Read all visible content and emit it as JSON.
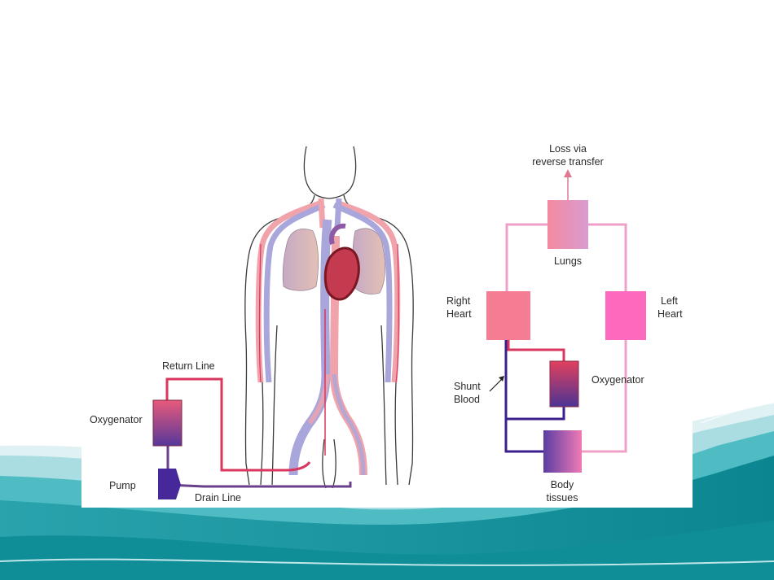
{
  "slide": {
    "background": "#ffffff",
    "wave_colors": [
      "#0f8e98",
      "#4fbcc4",
      "#a9dde2",
      "#dff1f3"
    ]
  },
  "left_diagram": {
    "labels": {
      "return_line": "Return Line",
      "oxygenator": "Oxygenator",
      "pump": "Pump",
      "drain_line": "Drain Line"
    },
    "colors": {
      "oxygenated_line": "#d8375e",
      "deoxygenated_line": "#6a3f8c",
      "pump": "#46289a",
      "artery": "#f0a3aa",
      "vein": "#a9a6dc",
      "lung": "#d4b1b9",
      "heart": "#8b1d2a"
    }
  },
  "right_diagram": {
    "labels": {
      "loss": [
        "Loss via",
        "reverse transfer"
      ],
      "lungs": "Lungs",
      "right_heart": [
        "Right",
        "Heart"
      ],
      "left_heart": [
        "Left",
        "Heart"
      ],
      "shunt_blood": [
        "Shunt",
        "Blood"
      ],
      "oxygenator": "Oxygenator",
      "body_tissues": [
        "Body",
        "tissues"
      ]
    },
    "colors": {
      "right_heart": "#f47d93",
      "left_heart": "#fd69bd",
      "lungs_from": "#f48aa0",
      "lungs_to": "#d99bd0",
      "body_from": "#5a3da3",
      "body_to": "#f07ab5",
      "oxygenator_top": "#e2405e",
      "oxygenator_bottom": "#4b3494",
      "pink_line": "#f0a0c8",
      "dark_line": "#3b1f8c",
      "red_line": "#d8375e"
    }
  }
}
